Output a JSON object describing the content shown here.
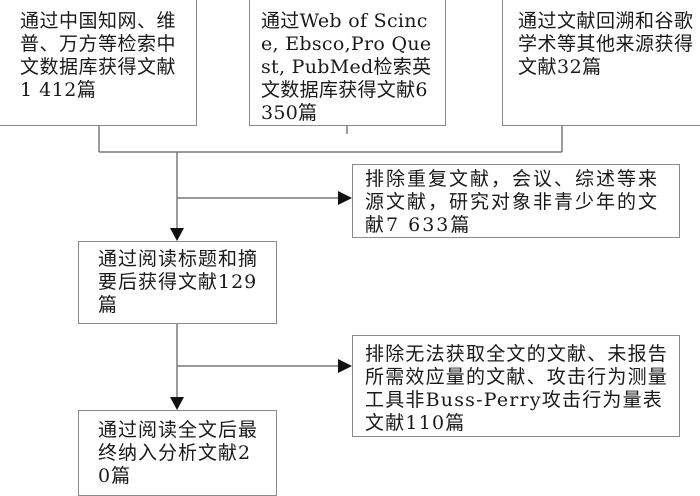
{
  "flowchart": {
    "sources": [
      {
        "id": "cnki",
        "text": "通过中国知网、维普、万方等检索中文数据库获得文献1 412篇"
      },
      {
        "id": "wos",
        "text": "通过Web of Scince, Ebsco,Pro Quest, PubMed检索英文数据库获得文献6 350篇"
      },
      {
        "id": "other",
        "text": "通过文献回溯和谷歌学术等其他来源获得文献32篇"
      }
    ],
    "exclusion_1": {
      "text": "排除重复文献，会议、综述等来源文献，研究对象非青少年的文献7 633篇"
    },
    "screening": {
      "text": "通过阅读标题和摘要后获得文献129篇"
    },
    "exclusion_2": {
      "text": "排除无法获取全文的文献、未报告所需效应量的文献、攻击行为测量工具非Buss-Perry攻击行为量表文献110篇"
    },
    "included": {
      "text": "通过阅读全文后最终纳入分析文献20篇"
    }
  }
}
